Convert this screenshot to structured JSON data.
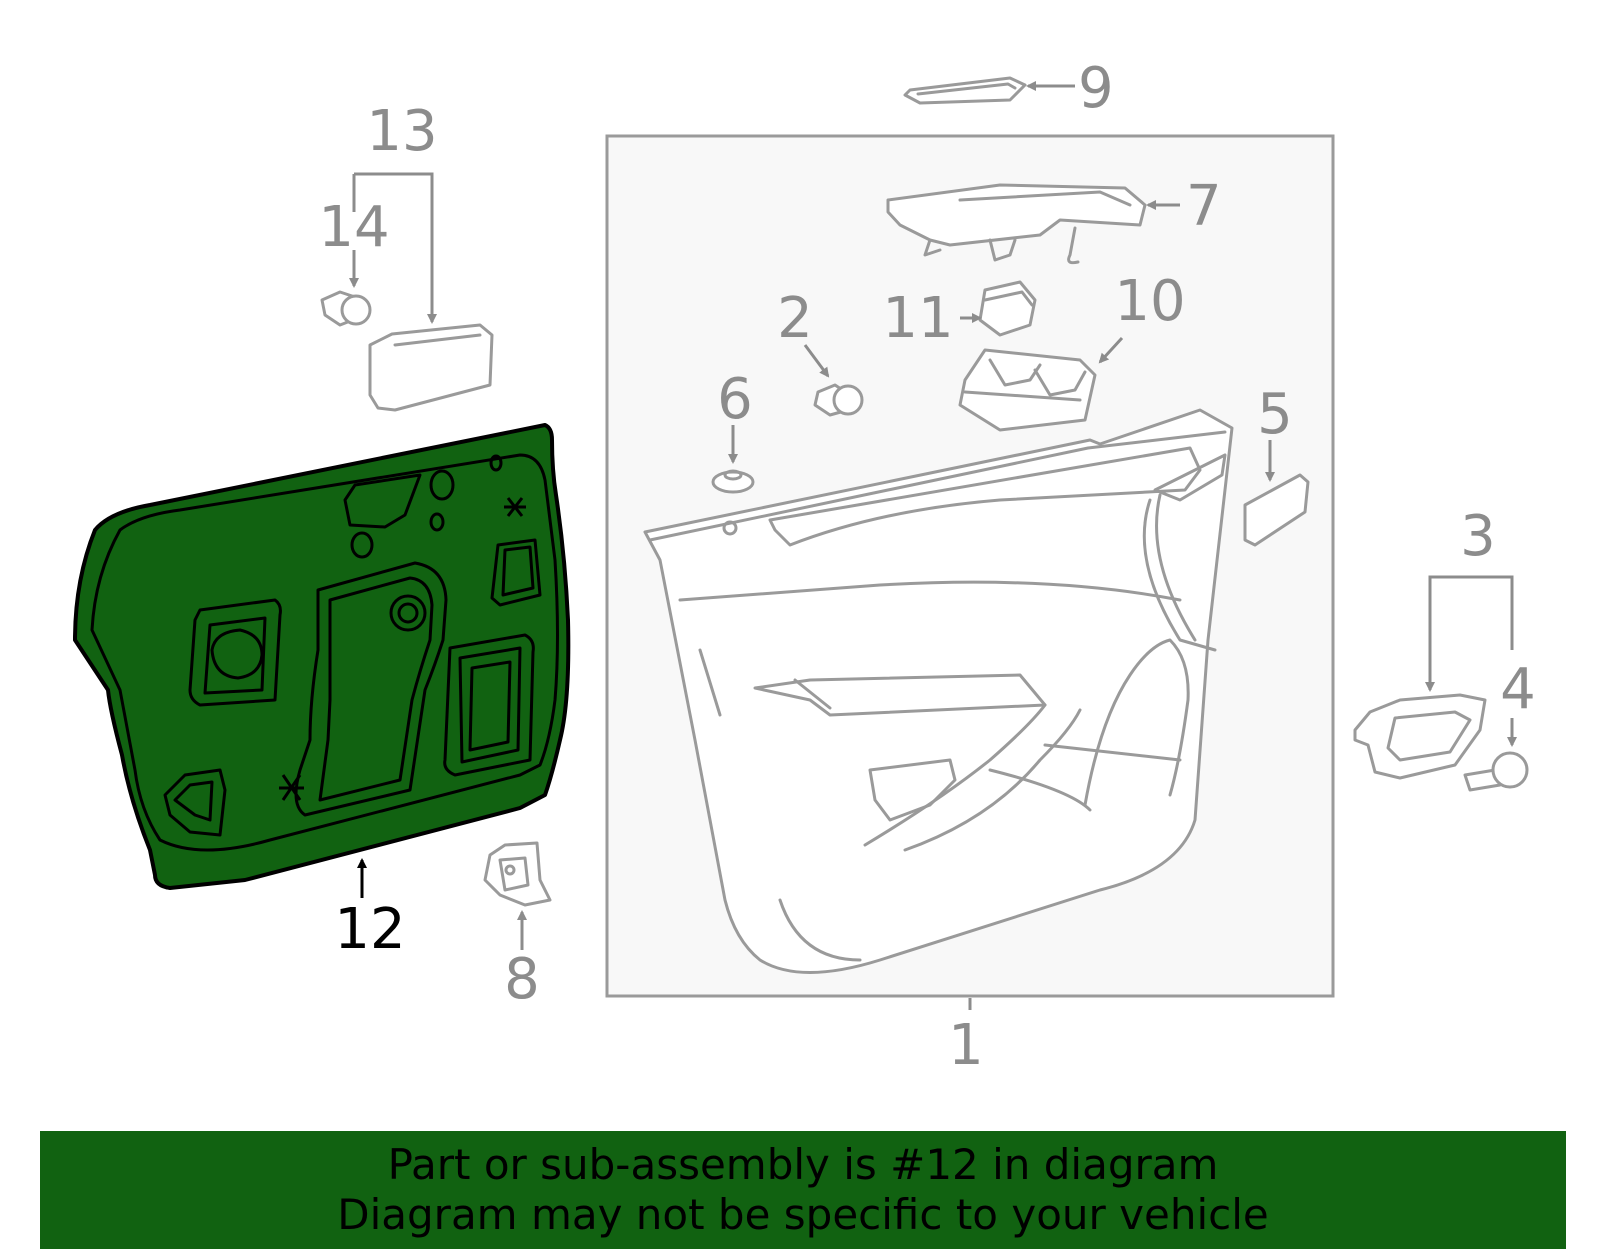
{
  "callouts": {
    "c1": "1",
    "c2": "2",
    "c3": "3",
    "c4": "4",
    "c5": "5",
    "c6": "6",
    "c7": "7",
    "c8": "8",
    "c9": "9",
    "c10": "10",
    "c11": "11",
    "c12": "12",
    "c13": "13",
    "c14": "14"
  },
  "highlight": {
    "part": "12",
    "color": "#116211"
  },
  "banner": {
    "line1": "Part or sub-assembly is #12 in diagram",
    "line2": "Diagram may not be specific to your vehicle"
  }
}
